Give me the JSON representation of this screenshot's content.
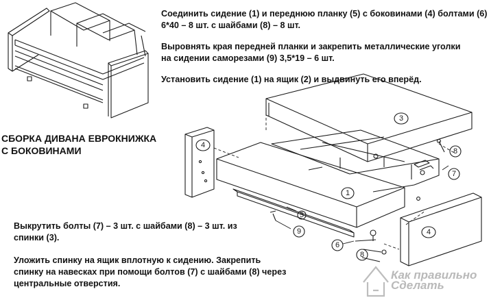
{
  "instructions": {
    "step1": "Соединить сидение (1) и переднюю планку (5) с боковинами (4) болтами (6) 6*40 – 8 шт. с шайбами (8) – 8 шт.",
    "step2": "Выровнять края передней планки и закрепить металлические уголки на сидении саморезами (9) 3,5*19 – 6 шт.",
    "step3": "Установить сидение (1) на ящик (2) и выдвинуть его вперёд.",
    "step4": "Выкрутить болты (7) – 3 шт. с шайбами (8) – 3 шт. из спинки (3).",
    "step5": "Уложить спинку на ящик вплотную к сидению. Закрепить спинку на навесках при помощи болтов (7) с шайбами (8) через центральные отверстия."
  },
  "title": {
    "line1": "СБОРКА ДИВАНА ЕВРОКНИЖКА",
    "line2": "С БОКОВИНАМИ"
  },
  "part_labels": {
    "seat": "1",
    "back": "3",
    "side_left": "4",
    "side_right": "4",
    "front_plank": "5",
    "bolt_6": "6",
    "bolt_7": "7",
    "washer_8": "8",
    "screw_9": "9"
  },
  "watermark": {
    "line1": "Как правильно",
    "line2": "Сделать"
  }
}
